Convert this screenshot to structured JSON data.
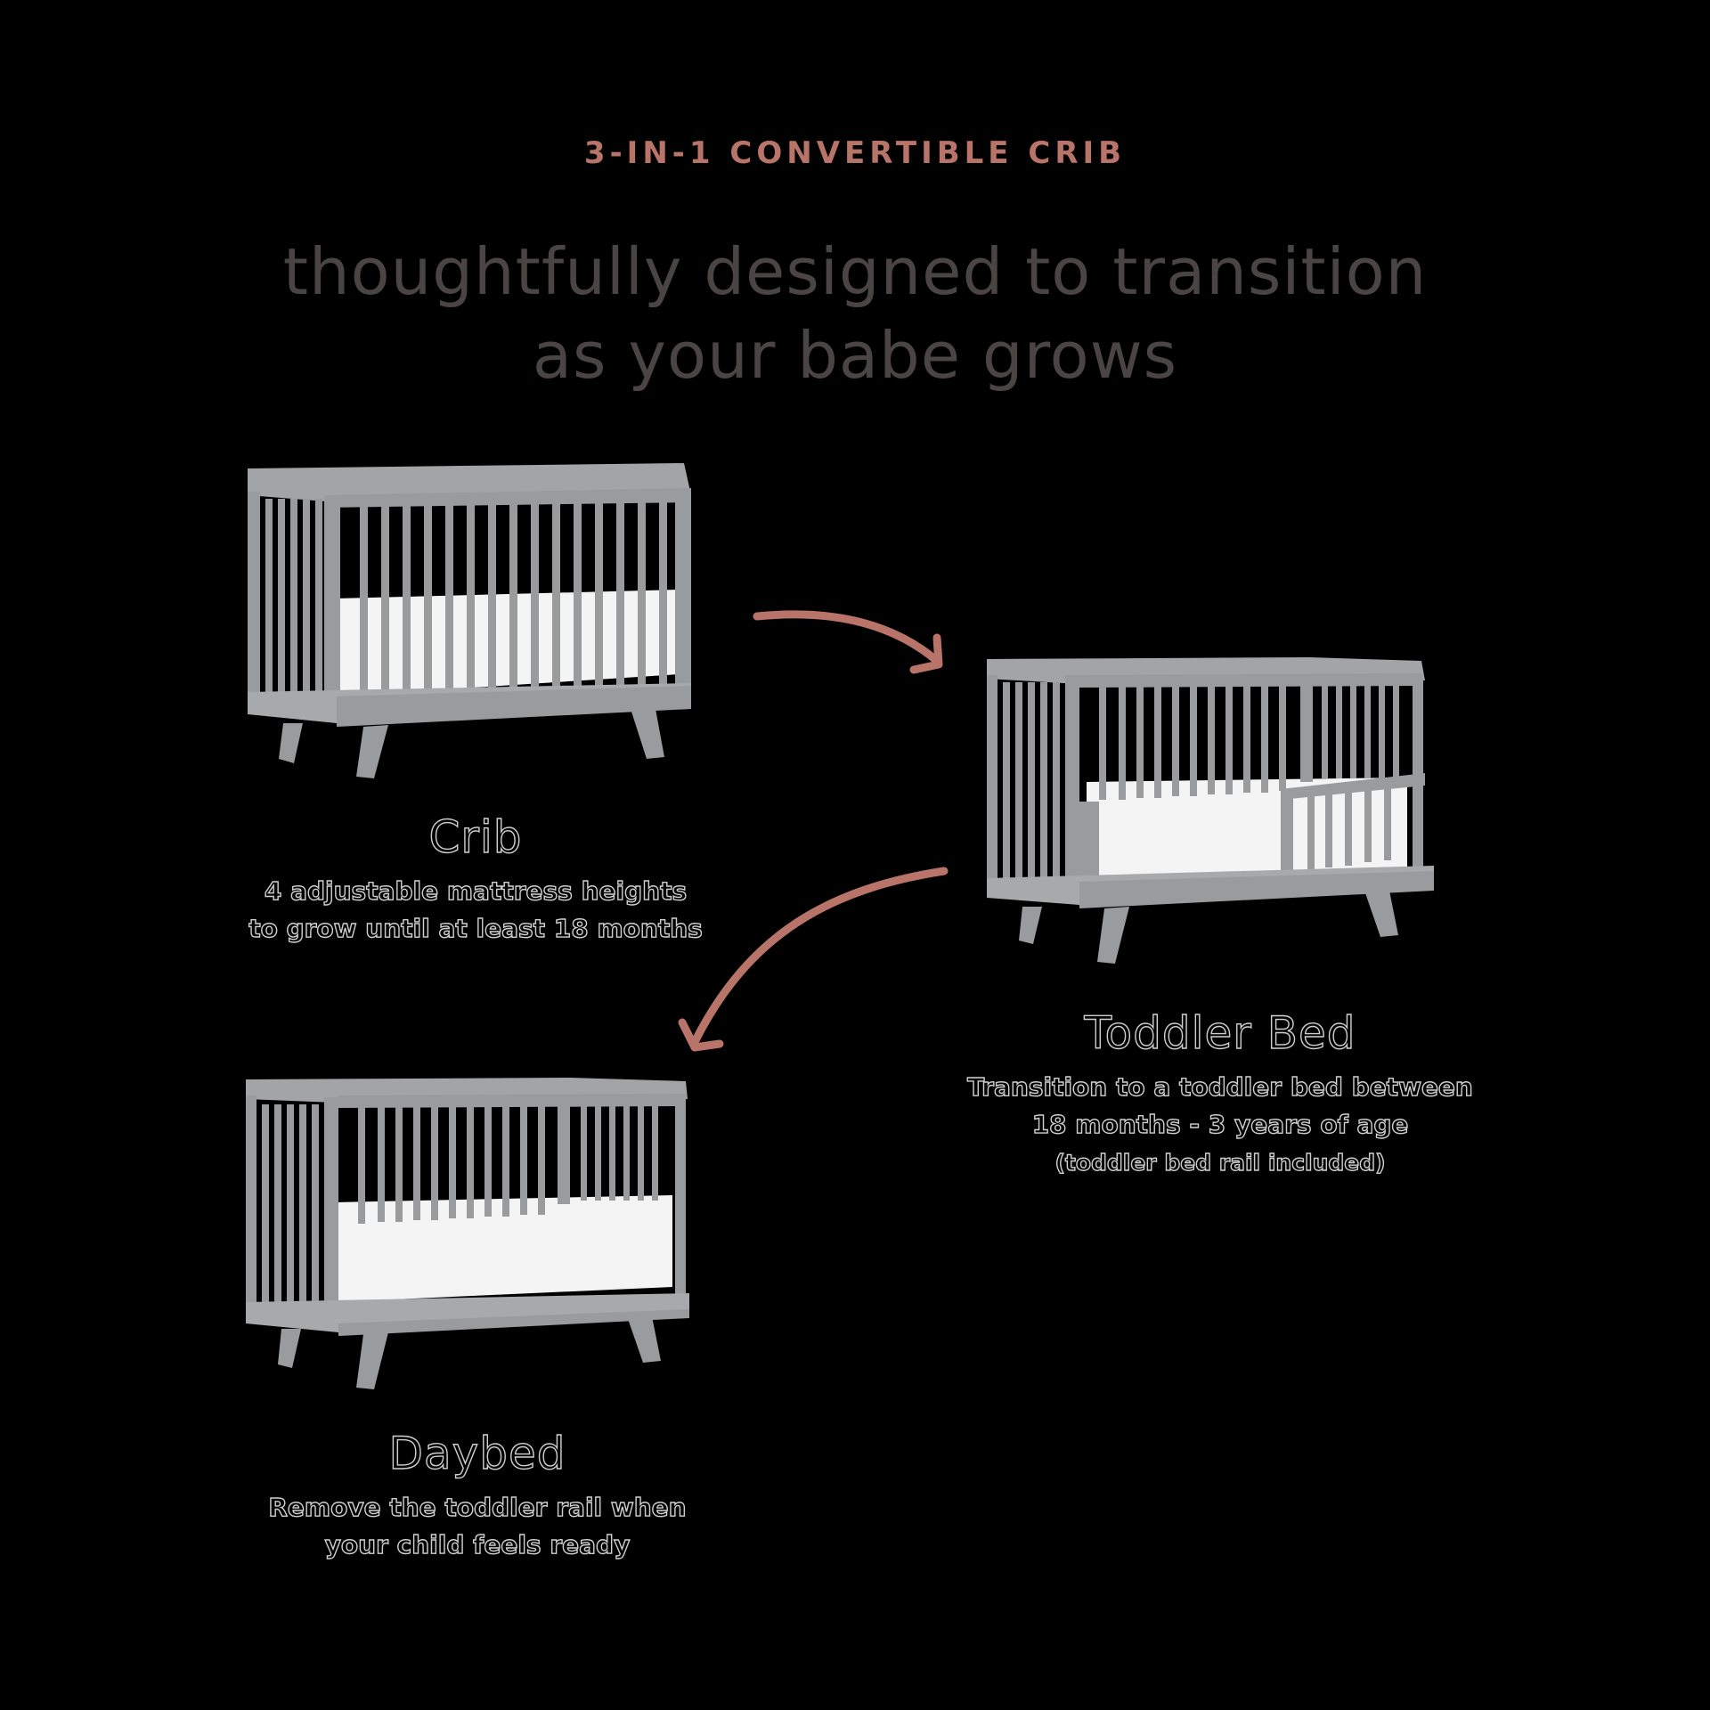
{
  "header": {
    "eyebrow": "3-IN-1 CONVERTIBLE CRIB",
    "headline_line1": "thoughtfully designed to transition",
    "headline_line2": "as your babe grows"
  },
  "stages": [
    {
      "title": "Crib",
      "desc_line1": "4 adjustable mattress heights",
      "desc_line2": "to grow until at least 18 months",
      "image": "crib-icon"
    },
    {
      "title": "Toddler Bed",
      "desc_line1": "Transition to a toddler bed between",
      "desc_line2": "18 months - 3 years of age",
      "note": "(toddler bed rail included)",
      "image": "toddler-bed-icon"
    },
    {
      "title": "Daybed",
      "desc_line1": "Remove the toddler rail when",
      "desc_line2": "your child feels ready",
      "image": "daybed-icon"
    }
  ],
  "arrows": [
    {
      "from": "crib",
      "to": "toddler-bed",
      "icon": "curved-arrow-right-icon"
    },
    {
      "from": "toddler-bed",
      "to": "daybed",
      "icon": "curved-arrow-down-left-icon"
    }
  ],
  "colors": {
    "accent": "#b87468",
    "headline": "#4a4544",
    "crib_gray": "#9a9b9d",
    "mattress": "#f4f4f4",
    "background": "#000000"
  }
}
